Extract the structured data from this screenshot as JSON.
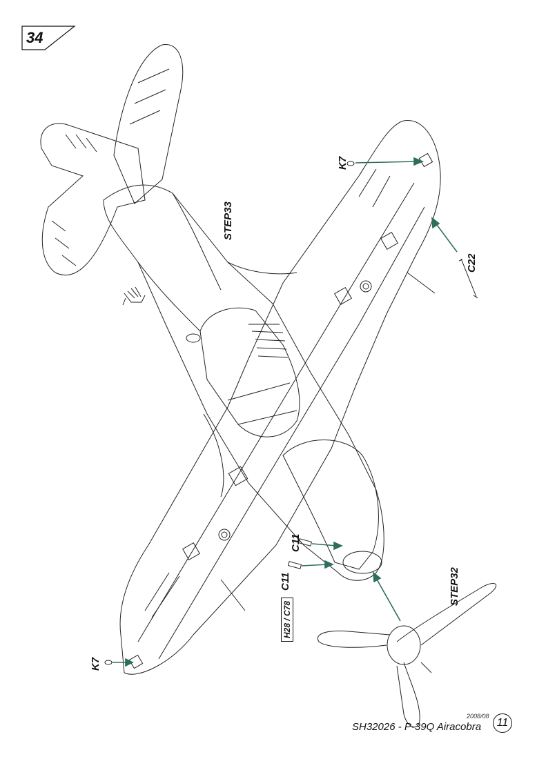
{
  "step": {
    "number": "34"
  },
  "parts": {
    "k7_top": "K7",
    "k7_bottom": "K7",
    "c22": "C22",
    "c11_a": "C11",
    "c11_b": "C11",
    "alt_parts": "H28 / C78"
  },
  "references": {
    "step33": "STEP33",
    "step32": "STEP32"
  },
  "footer": {
    "date": "2008/08",
    "title": "SH32026 - P-39Q Airacobra",
    "page": "11"
  },
  "colors": {
    "ink": "#111111",
    "arrow": "#2e6e5e",
    "paper": "#ffffff"
  },
  "icons": [
    "hand-icon"
  ]
}
